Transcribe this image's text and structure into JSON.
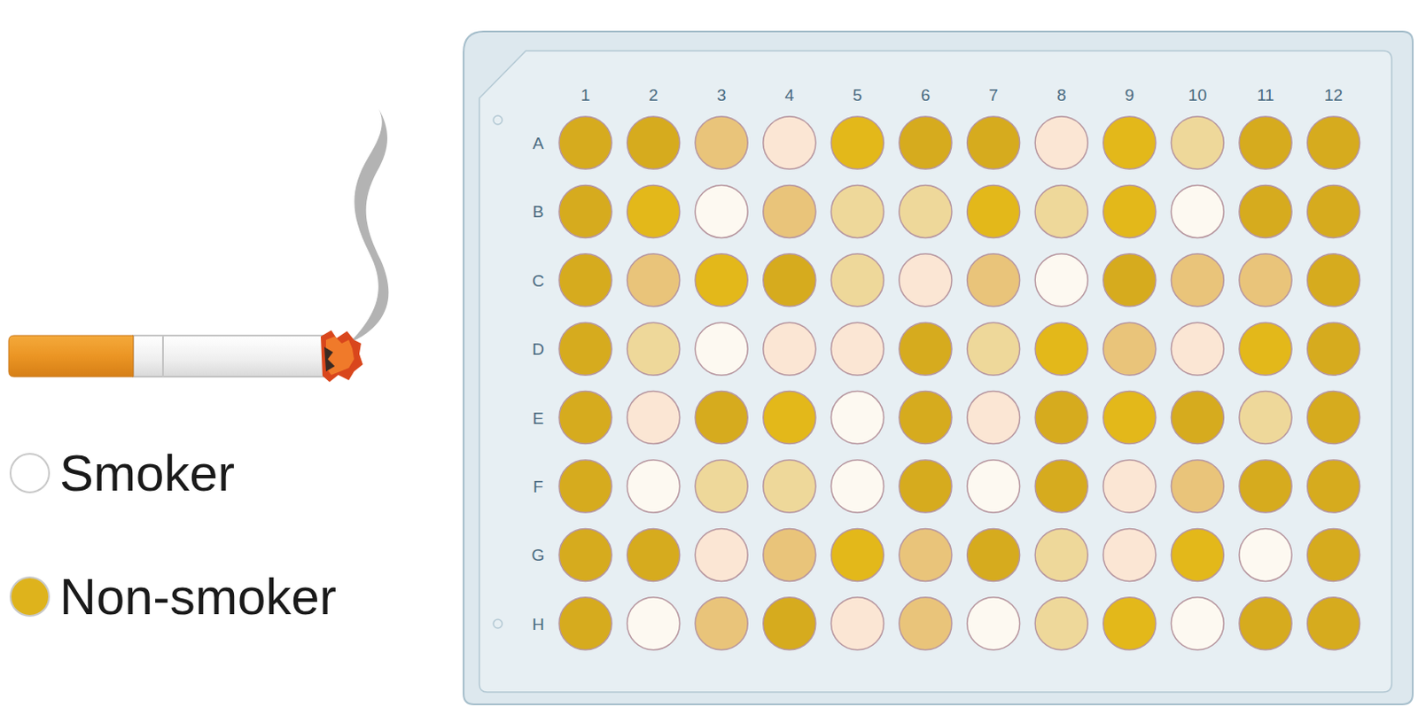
{
  "diagram": {
    "labels": [
      "1",
      "2",
      "3",
      "4",
      "5",
      "6",
      "7",
      "8",
      "9",
      "10",
      "11",
      "12",
      "A",
      "B",
      "C",
      "D",
      "E",
      "F",
      "G",
      "H"
    ],
    "legend": [
      {
        "text": "Smoker",
        "color": "#ffffff"
      },
      {
        "text": "Non-smoker",
        "color": "#deb31c"
      }
    ]
  }
}
